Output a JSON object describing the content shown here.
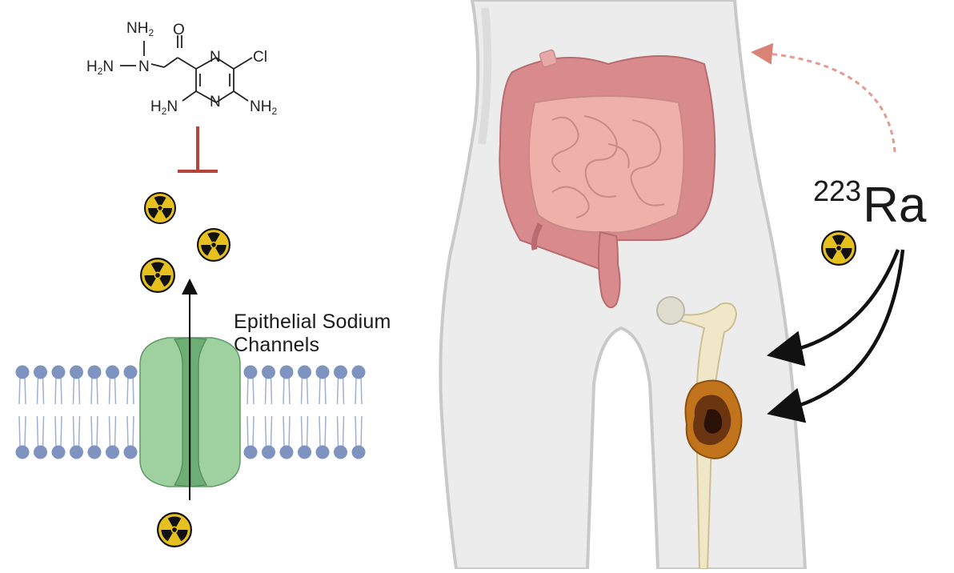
{
  "labels": {
    "channel": "Epithelial Sodium Channels",
    "isotope_mass": "223",
    "isotope_symbol": "Ra"
  },
  "molecule": {
    "amine": "NH",
    "amine_sub": "2",
    "amino_left": "H",
    "amino_left_sub": "2",
    "amino_left_tail": "N",
    "imine": "N",
    "oxygen": "O",
    "ring_n_top": "N",
    "ring_n_bottom": "N",
    "chlorine": "Cl"
  },
  "icons": [
    "radiation-icon",
    "inhibition-bar",
    "transport-arrow",
    "delivery-arrow",
    "redistribution-arrow"
  ],
  "colors": {
    "inhibitor": "#b5443a",
    "channel_fill": "#9fd0a0",
    "channel_core": "#6cae73",
    "lipid_head": "#7f93c0",
    "lipid_tail": "#9fb0d6",
    "body_fill": "#ececec",
    "body_outline": "#c9c9c9",
    "gut": "#d98a8c",
    "bone": "#efe7c8",
    "tumor": "#c2741c",
    "radiation_yellow": "#e5c01f",
    "dashed_arrow": "#e39a92"
  }
}
